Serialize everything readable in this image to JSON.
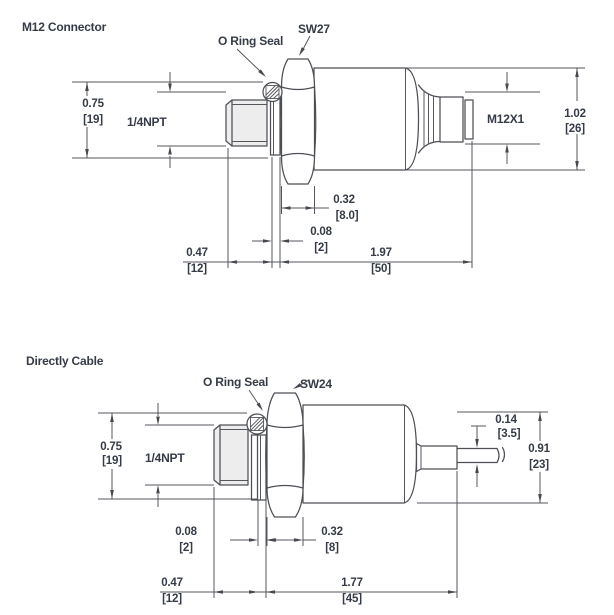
{
  "colors": {
    "line": "#4d4f55",
    "text": "#353b47",
    "background": "#ffffff"
  },
  "drawings": [
    {
      "title": "M12 Connector",
      "callouts": {
        "o_ring": "O Ring Seal",
        "hex": "SW27",
        "thread": "1/4NPT",
        "connector": "M12X1"
      },
      "dims": {
        "flange": {
          "in": "0.75",
          "mm": "[19]"
        },
        "hex_width": {
          "in": "0.32",
          "mm": "[8.0]"
        },
        "seal_thickness": {
          "in": "0.08",
          "mm": "[2]"
        },
        "thread_length": {
          "in": "0.47",
          "mm": "[12]"
        },
        "body_length": {
          "in": "1.97",
          "mm": "[50]"
        },
        "body_diameter": {
          "in": "1.02",
          "mm": "[26]"
        }
      }
    },
    {
      "title": "Directly Cable",
      "callouts": {
        "o_ring": "O Ring Seal",
        "hex": "SW24",
        "thread": "1/4NPT"
      },
      "dims": {
        "flange": {
          "in": "0.75",
          "mm": "[19]"
        },
        "hex_width": {
          "in": "0.32",
          "mm": "[8]"
        },
        "seal_thickness": {
          "in": "0.08",
          "mm": "[2]"
        },
        "thread_length": {
          "in": "0.47",
          "mm": "[12]"
        },
        "body_length": {
          "in": "1.77",
          "mm": "[45]"
        },
        "body_diameter": {
          "in": "0.91",
          "mm": "[23]"
        },
        "cable_diameter": {
          "in": "0.14",
          "mm": "[3.5]"
        }
      }
    }
  ]
}
